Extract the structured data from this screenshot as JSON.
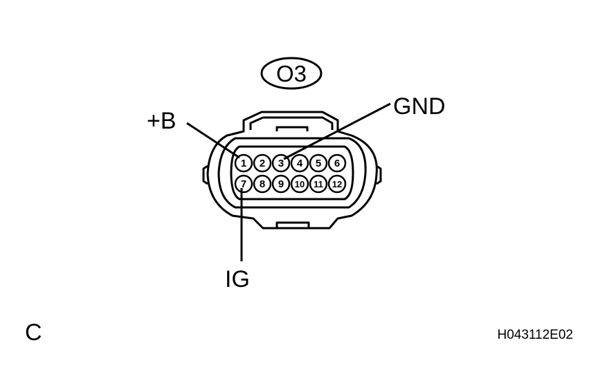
{
  "connector": {
    "id": "O3",
    "pins": [
      "1",
      "2",
      "3",
      "4",
      "5",
      "6",
      "7",
      "8",
      "9",
      "10",
      "11",
      "12"
    ]
  },
  "labels": {
    "plus_b": "+B",
    "gnd": "GND",
    "ig": "IG"
  },
  "view_letter": "C",
  "figure_code": "H043112E02"
}
